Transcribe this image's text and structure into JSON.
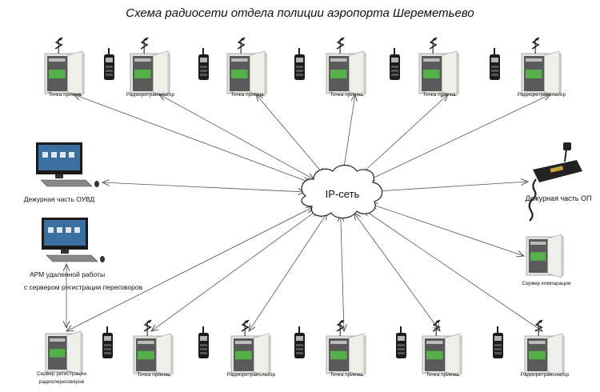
{
  "title": "Схема радиосети отдела полиции аэропорта Шереметьево",
  "network": {
    "label": "IP-сеть"
  },
  "colors": {
    "cabinet": "#e4e4df",
    "cabinet_inner": "#5a5a5a",
    "board": "#55b04a",
    "radio": "#1c1c1c",
    "line": "#555555",
    "cloud_fill": "#ffffff",
    "cloud_stroke": "#222222"
  },
  "nodes": {
    "top": [
      {
        "kind": "cabinet",
        "label": "Точка приема"
      },
      {
        "kind": "cabinet",
        "label": "Радиоретранслятор"
      },
      {
        "kind": "cabinet",
        "label": "Точка приема"
      },
      {
        "kind": "cabinet",
        "label": "Точка приема"
      },
      {
        "kind": "cabinet",
        "label": "Точка приема"
      },
      {
        "kind": "cabinet",
        "label": "Радиоретранслятор"
      }
    ],
    "bottom": [
      {
        "kind": "server",
        "label_lines": [
          "Сервер регистрации",
          "радиопереговоров"
        ]
      },
      {
        "kind": "cabinet",
        "label": "Точка приема"
      },
      {
        "kind": "cabinet",
        "label": "Радиоретранслятор"
      },
      {
        "kind": "cabinet",
        "label": "Точка приема"
      },
      {
        "kind": "cabinet",
        "label": "Точка приема"
      },
      {
        "kind": "cabinet",
        "label": "Радиоретранслятор"
      }
    ],
    "left": [
      {
        "kind": "pc",
        "label": "Дежурная часть ОУВД"
      },
      {
        "kind": "pc",
        "label_lines": [
          "АРМ удаленной работы",
          "с сервером регистрации переговоров"
        ]
      }
    ],
    "right": [
      {
        "kind": "mobile-radio",
        "label": "Дежурная часть ОП"
      },
      {
        "kind": "server",
        "label": "Сервер компарации"
      }
    ]
  }
}
